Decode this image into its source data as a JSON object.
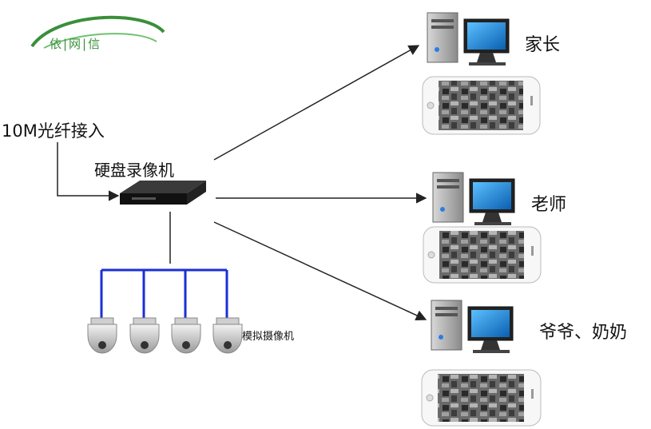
{
  "logo": {
    "text": "依|网|信"
  },
  "labels": {
    "fiber_input": "10M光纤接入",
    "dvr": "硬盘录像机",
    "analog_cameras": "模拟摄像机"
  },
  "recipients": [
    {
      "label": "家长"
    },
    {
      "label": "老师"
    },
    {
      "label": "爷爷、奶奶"
    }
  ],
  "colors": {
    "camera_wiring": "#1a2fd6",
    "arrows": "#222222",
    "logo": "#3a8f3a",
    "monitor_screen": "#1a8fe0"
  },
  "icons": [
    "desktop-computer-icon",
    "smartphone-icon",
    "dvr-icon",
    "dome-camera-icon"
  ]
}
